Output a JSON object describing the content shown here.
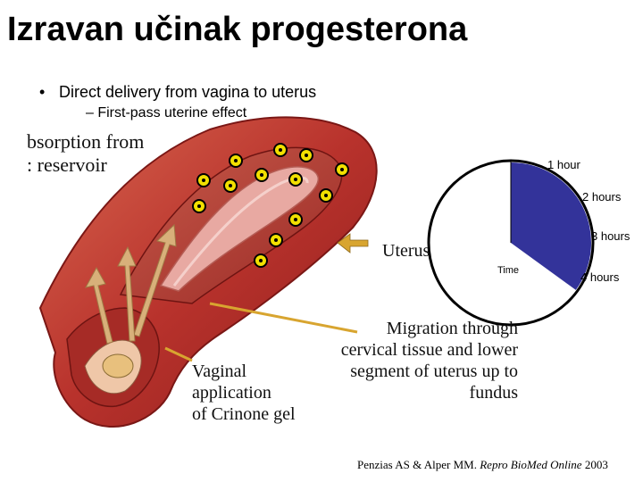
{
  "slide": {
    "title": "Izravan učinak progesterona",
    "bullet": "Direct delivery from vagina to uterus",
    "sub_bullet": "First-pass uterine effect",
    "citation_authors": "Penzias AS & Alper MM.",
    "citation_journal": "Repro BioMed Online",
    "citation_year": "2003"
  },
  "illustration": {
    "absorption_line1": "bsorption from",
    "absorption_line2": ": reservoir",
    "uterus_label": "Uterus",
    "migration_line1": "Migration through",
    "migration_line2": "cervical tissue and lower",
    "migration_line3": "segment of uterus up to",
    "migration_line4": "fundus",
    "vaginal_line1": "Vaginal",
    "vaginal_line2": "application",
    "vaginal_line3": "of Crinone gel"
  },
  "pie": {
    "time_label": "Time",
    "labels": [
      "1 hour",
      "2 hours",
      "3 hours",
      "4 hours"
    ],
    "filled_fraction": 0.35,
    "fill_color": "#33339a"
  }
}
